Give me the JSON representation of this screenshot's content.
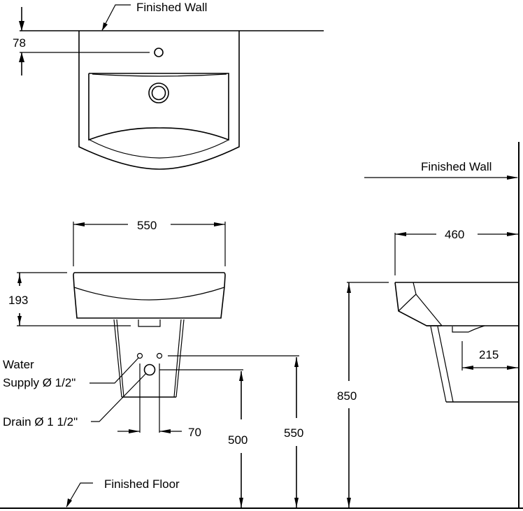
{
  "top_view": {
    "wall_label": "Finished Wall",
    "tap_hole_offset": "78"
  },
  "front_view": {
    "width_dim": "550",
    "basin_height_dim": "193",
    "water_supply_label_line1": "Water",
    "water_supply_label_line2": "Supply Ø 1/2\"",
    "drain_label": "Drain Ø 1 1/2\"",
    "supply_spacing_dim": "70",
    "drain_height_dim": "500",
    "supply_height_dim": "550",
    "floor_label": "Finished Floor"
  },
  "side_view": {
    "wall_label": "Finished Wall",
    "projection_dim": "460",
    "overall_height_dim": "850",
    "pedestal_depth_dim": "215"
  },
  "colors": {
    "line": "#000000",
    "background": "#ffffff"
  }
}
